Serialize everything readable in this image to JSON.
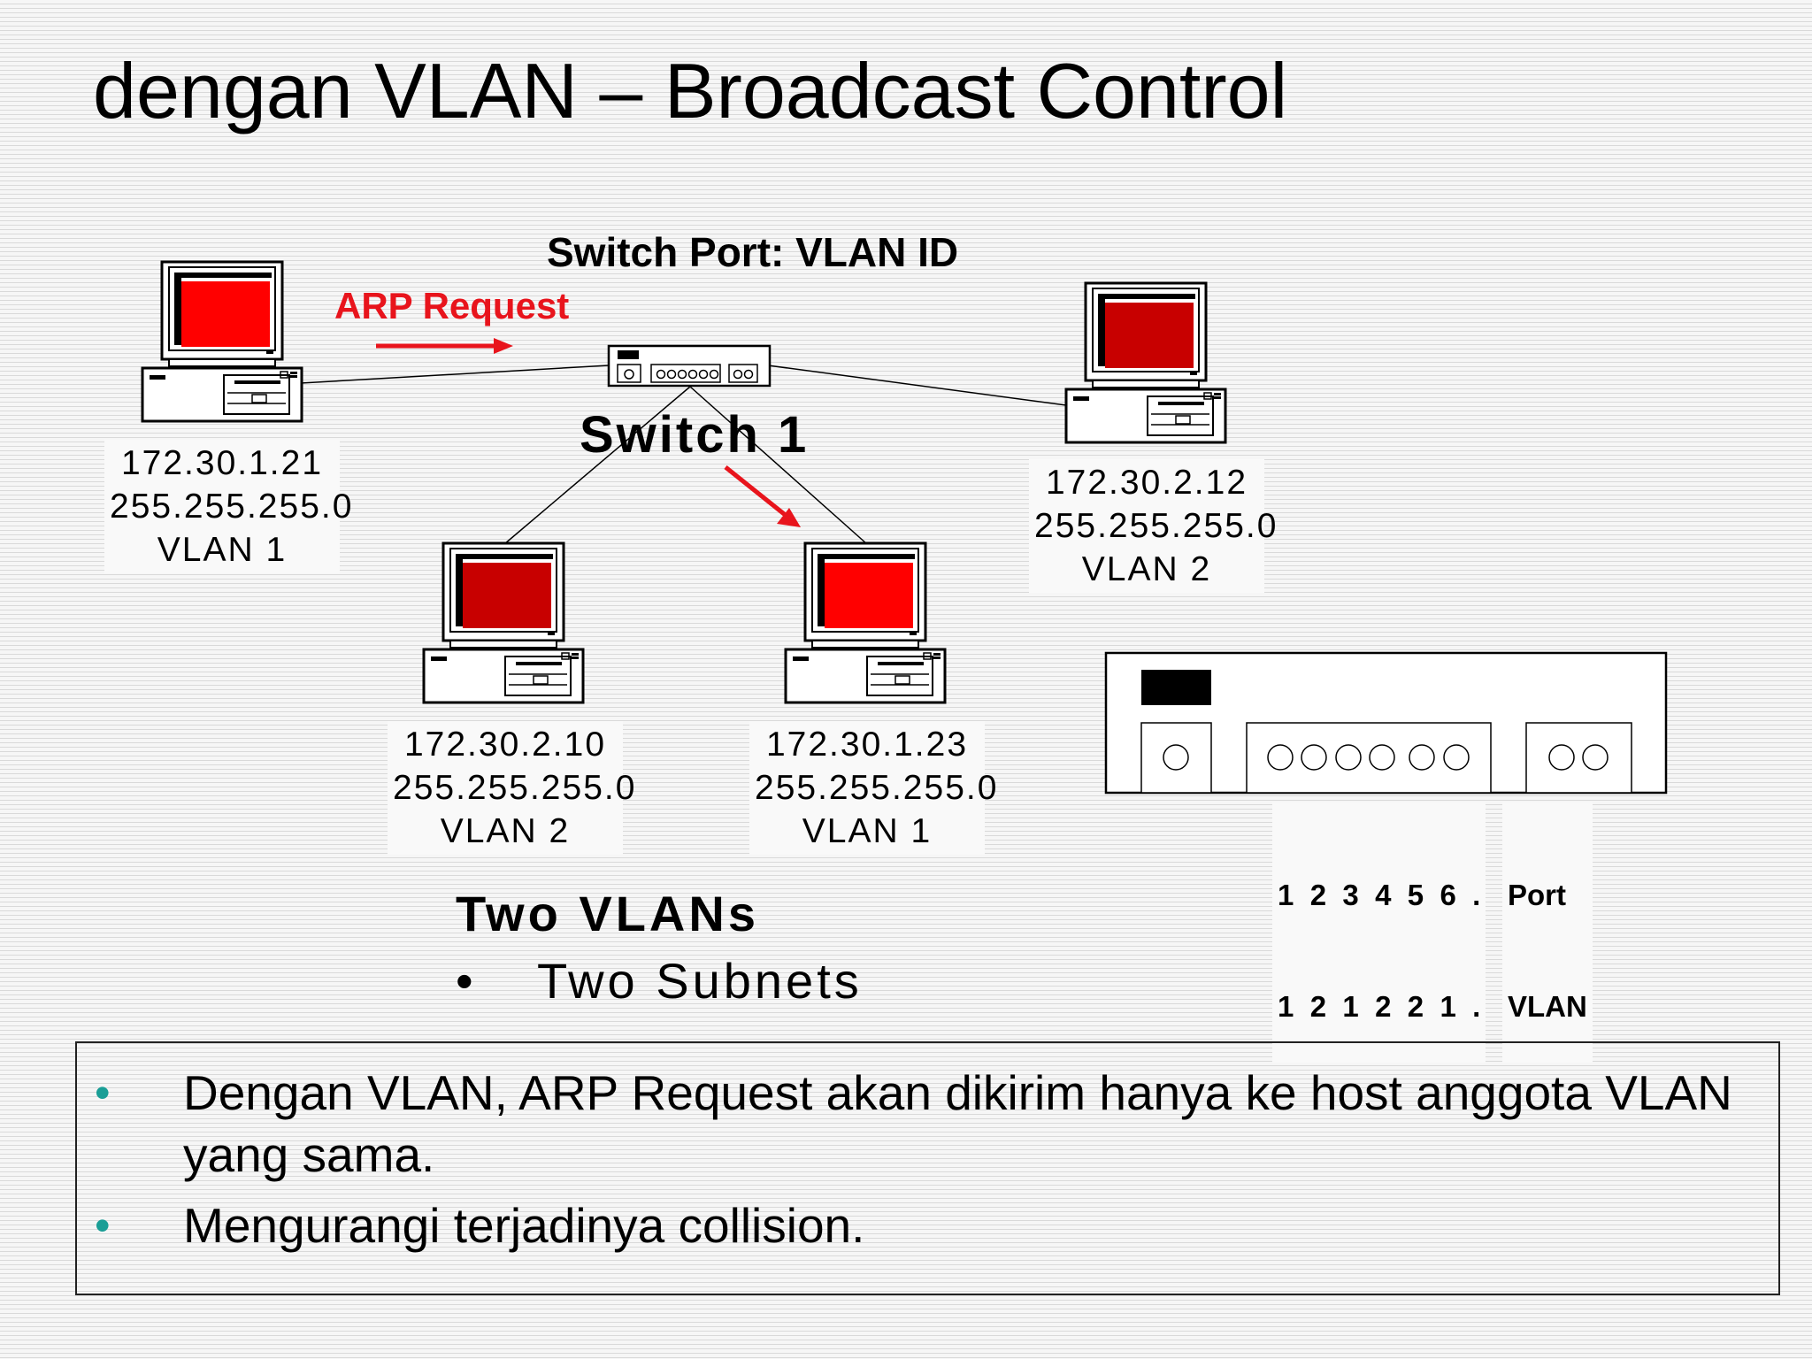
{
  "title": "dengan VLAN – Broadcast Control",
  "diagram": {
    "header": "Switch Port: VLAN ID",
    "arp_label": "ARP Request",
    "switch_label": "Switch 1",
    "colors": {
      "screen_red": "#ff0000",
      "screen_dark_red": "#c80000",
      "arrow_red": "#e8141c",
      "bullet_teal": "#1a9e96"
    },
    "hosts": [
      {
        "ip": "172.30.1.21",
        "mask": "255.255.255.0",
        "vlan": "VLAN 1"
      },
      {
        "ip": "172.30.2.12",
        "mask": "255.255.255.0",
        "vlan": "VLAN 2"
      },
      {
        "ip": "172.30.2.10",
        "mask": "255.255.255.0",
        "vlan": "VLAN 2"
      },
      {
        "ip": "172.30.1.23",
        "mask": "255.255.255.0",
        "vlan": "VLAN 1"
      }
    ],
    "port_table": {
      "ports_row": "1  2  3  4  5  6  .",
      "vlan_row": "1  2  1  2  2  1  .",
      "port_label": "Port",
      "vlan_label": "VLAN"
    },
    "two_vlans": "Two VLANs",
    "two_subnets": "Two Subnets",
    "subnet_bullet": "•"
  },
  "notes": {
    "bullet": "•",
    "items": [
      "Dengan VLAN,  ARP Request akan dikirim hanya ke host anggota VLAN yang sama.",
      "Mengurangi  terjadinya collision."
    ]
  }
}
